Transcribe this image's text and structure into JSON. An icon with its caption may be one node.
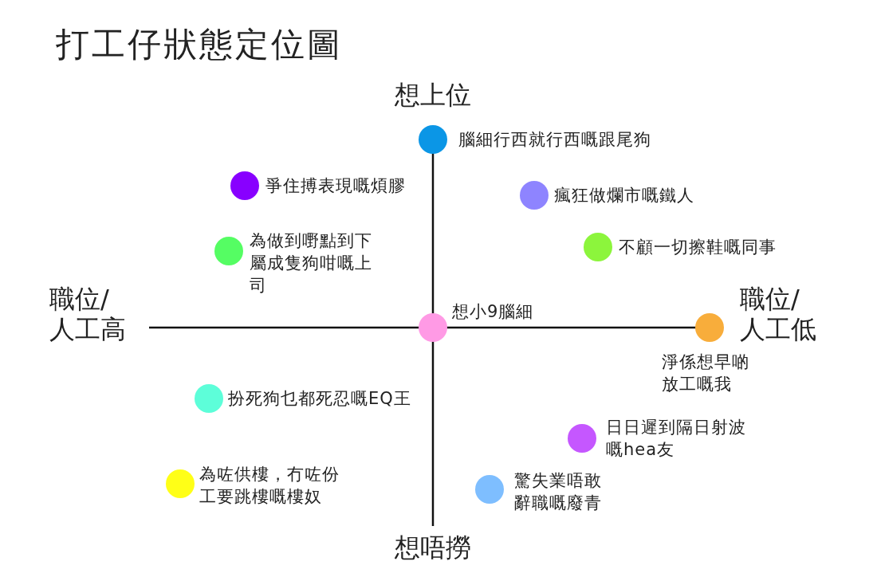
{
  "diagram": {
    "title": "打工仔狀態定位圖",
    "nodes": [
      {
        "text": [],
        "shape": "circle",
        "beside": [
          "腦細行西就行西嘅跟尾狗"
        ]
      },
      {
        "text": [],
        "shape": "circle",
        "beside": [
          "爭住搏表現嘅煩膠"
        ]
      },
      {
        "text": [],
        "shape": "circle",
        "beside": [
          "瘋狂做爛市嘅鐵人"
        ]
      },
      {
        "text": [],
        "shape": "circle",
        "beside": [
          "為做到嘢點到下屬成隻狗咁嘅上司"
        ]
      },
      {
        "text": [],
        "shape": "circle",
        "beside": [
          "不顧一切擦鞋嘅同事"
        ]
      },
      {
        "text": [],
        "shape": "circle",
        "beside": [
          "想小9腦細"
        ]
      },
      {
        "text": [],
        "shape": "circle",
        "beside": [
          "淨係想早啲放工嘅我"
        ]
      },
      {
        "text": [],
        "shape": "circle",
        "beside": [
          "扮死狗乜都死忍嘅EQ王"
        ]
      },
      {
        "text": [],
        "shape": "circle",
        "beside": [
          "日日遲到隔日射波嘅hea友"
        ]
      },
      {
        "text": [],
        "shape": "circle",
        "beside": [
          "為咗供樓，冇咗份工要跳樓嘅樓奴"
        ]
      },
      {
        "text": [],
        "shape": "circle",
        "beside": [
          "驚失業唔敢辭職嘅廢青"
        ]
      }
    ],
    "edges": [],
    "labels": [
      "想上位",
      "職位/人工高",
      "職位/人工低",
      "想唔撈"
    ]
  }
}
